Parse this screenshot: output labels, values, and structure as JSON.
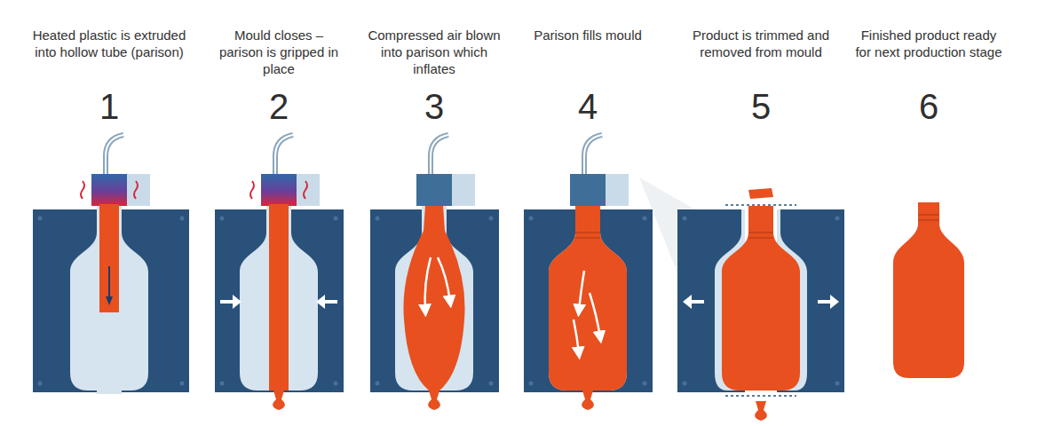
{
  "diagram": {
    "labels": [
      "Heated plastic is extruded into hollow tube (parison)",
      "1",
      "Mould closes – parison is gripped in place",
      "2",
      "Compressed air blown into parison which inflates",
      "3",
      "Parison fills mould",
      "4",
      "Product is trimmed and removed from mould",
      "5",
      "Finished product ready for next production stage",
      "6"
    ]
  }
}
